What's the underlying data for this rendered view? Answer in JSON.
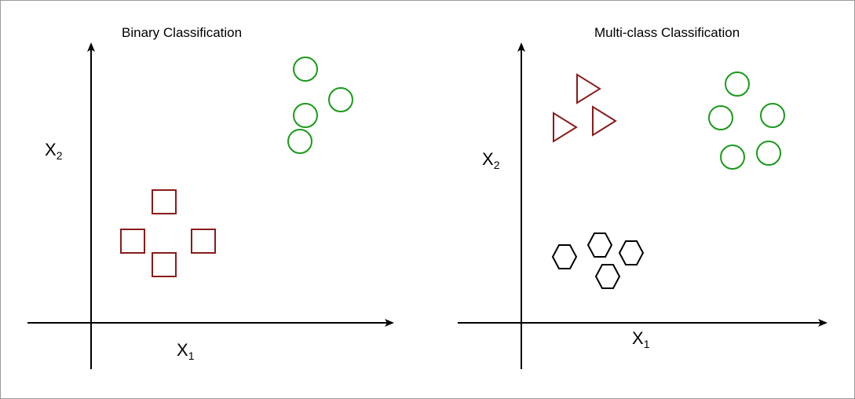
{
  "panels": [
    {
      "title": "Binary Classification",
      "x_label": "X",
      "x_sub": "1",
      "y_label": "X",
      "y_sub": "2",
      "classes": [
        {
          "shape": "circle",
          "color": "#1a9a1a",
          "count": 4
        },
        {
          "shape": "square",
          "color": "#8b1a1a",
          "count": 4
        }
      ]
    },
    {
      "title": "Multi-class Classification",
      "x_label": "X",
      "x_sub": "1",
      "y_label": "X",
      "y_sub": "2",
      "classes": [
        {
          "shape": "triangle",
          "color": "#8b1a1a",
          "count": 3
        },
        {
          "shape": "circle",
          "color": "#1a9a1a",
          "count": 5
        },
        {
          "shape": "hexagon",
          "color": "#000000",
          "count": 4
        }
      ]
    }
  ],
  "colors": {
    "axis": "#000000",
    "green": "#1a9a1a",
    "red": "#8b1a1a",
    "black": "#000000",
    "border": "#9a9a9a"
  }
}
